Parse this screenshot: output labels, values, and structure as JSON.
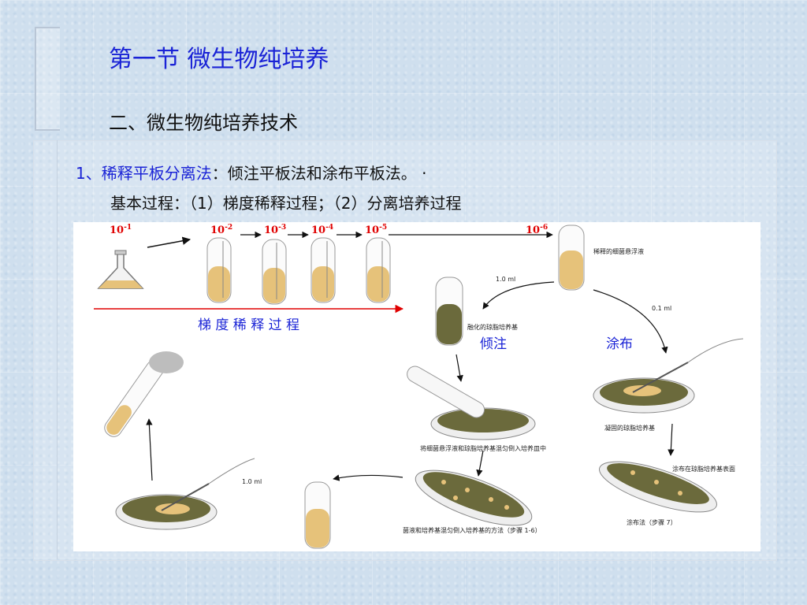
{
  "title": "第一节  微生物纯培养",
  "subtitle": "二、微生物纯培养技术",
  "section": {
    "number": "1、",
    "method_name": "稀释平板分离法",
    "colon": "：",
    "methods": "倾注平板法和涂布平板法。 ·",
    "process_line": "基本过程：（1）梯度稀释过程；（2）分离培养过程"
  },
  "figure": {
    "dilutions": [
      {
        "base": "10",
        "exp": "-1"
      },
      {
        "base": "10",
        "exp": "-2"
      },
      {
        "base": "10",
        "exp": "-3"
      },
      {
        "base": "10",
        "exp": "-4"
      },
      {
        "base": "10",
        "exp": "-5"
      },
      {
        "base": "10",
        "exp": "-6"
      }
    ],
    "gradient_label": "梯 度 稀 释 过 程",
    "pour_label": "倾注",
    "spread_label": "涂布",
    "small_labels": {
      "diluted_suspension": "稀释的细菌悬浮液",
      "vol_1ml_top": "1.0 ml",
      "vol_01ml": "0.1 ml",
      "melted_agar": "融化的琼脂培养基",
      "solidified_agar": "凝固的琼脂培养基",
      "pour_mix": "将细菌悬浮液和琼脂培养基混匀倒入培养皿中",
      "spread_on_surface": "涂布在琼脂培养基表面",
      "vol_1ml_bottom": "1.0 ml",
      "pour_method": "菌液和培养基混匀倒入培养基的方法（步骤 1-6）",
      "spread_method": "涂布法（步骤 7）"
    }
  },
  "colors": {
    "title_blue": "#1a23d6",
    "label_red": "#e00000",
    "medium_tan": "#e6c27a",
    "agar_olive": "#6b6a3c"
  }
}
